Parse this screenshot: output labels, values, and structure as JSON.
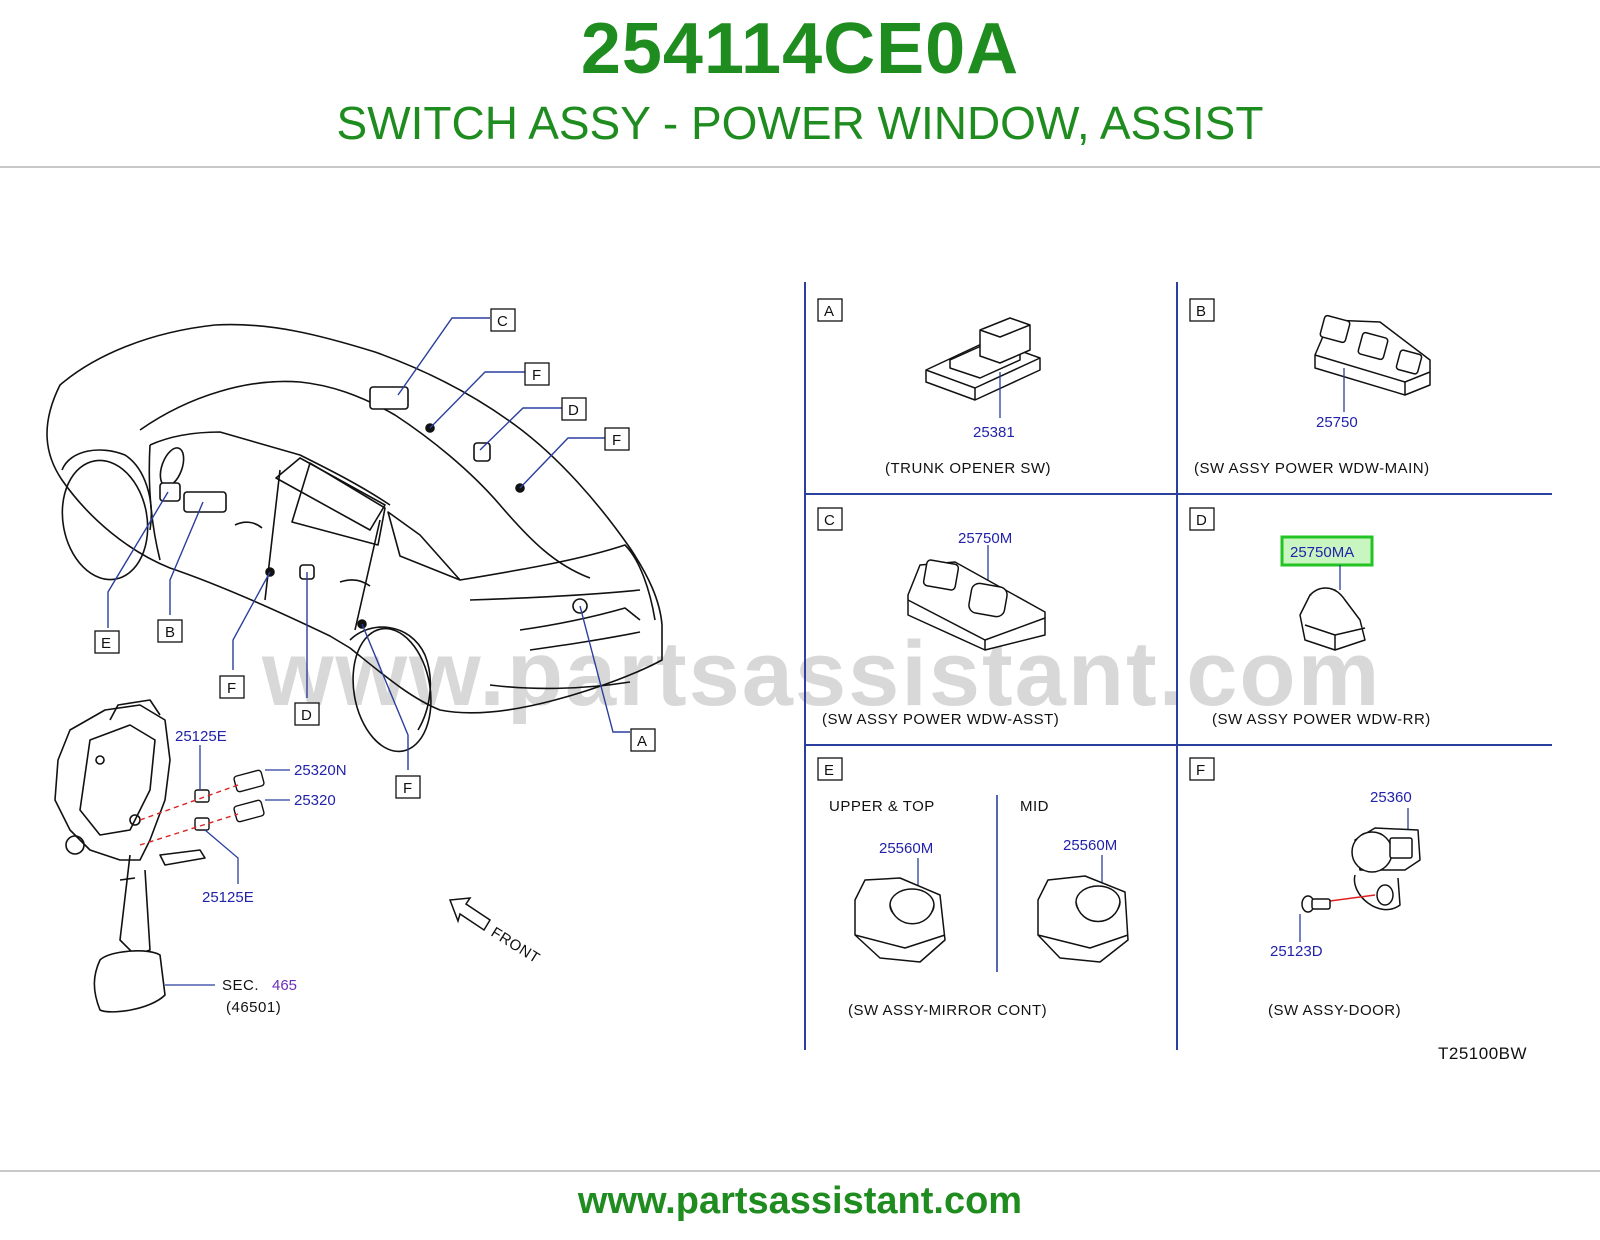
{
  "header": {
    "part_number": "254114CE0A",
    "description": "SWITCH ASSY - POWER WINDOW, ASSIST"
  },
  "footer": {
    "url": "www.partsassistant.com"
  },
  "watermark": "www.partsassistant.com",
  "diagram_code": "T25100BW",
  "colors": {
    "brand_green": "#1f8c1f",
    "part_blue": "#2222aa",
    "panel_blue": "#2a3f9e",
    "highlight_green": "#22c322",
    "highlight_fill": "#c8f5c0"
  },
  "car_callouts": {
    "A": "A",
    "B": "B",
    "C": "C",
    "D": "D",
    "E": "E",
    "F": "F"
  },
  "pedal": {
    "parts": {
      "p1": "25125E",
      "p2": "25320N",
      "p3": "25320",
      "p4": "25125E"
    },
    "sec_label": "SEC.",
    "sec_num": "465",
    "sec_sub": "(46501)",
    "front": "FRONT"
  },
  "panels": {
    "A": {
      "letter": "A",
      "part": "25381",
      "name": "(TRUNK   OPENER   SW)"
    },
    "B": {
      "letter": "B",
      "part": "25750",
      "name": "(SW   ASSY   POWER   WDW-MAIN)"
    },
    "C": {
      "letter": "C",
      "part": "25750M",
      "name": "(SW   ASSY   POWER   WDW-ASST)"
    },
    "D": {
      "letter": "D",
      "part": "25750MA",
      "name": "(SW   ASSY   POWER   WDW-RR)"
    },
    "E": {
      "letter": "E",
      "upper": "UPPER   &   TOP",
      "mid": "MID",
      "part_left": "25560M",
      "part_right": "25560M",
      "name": "(SW   ASSY-MIRROR   CONT)"
    },
    "F": {
      "letter": "F",
      "part_top": "25360",
      "part_bottom": "25123D",
      "name": "(SW   ASSY-DOOR)"
    }
  }
}
